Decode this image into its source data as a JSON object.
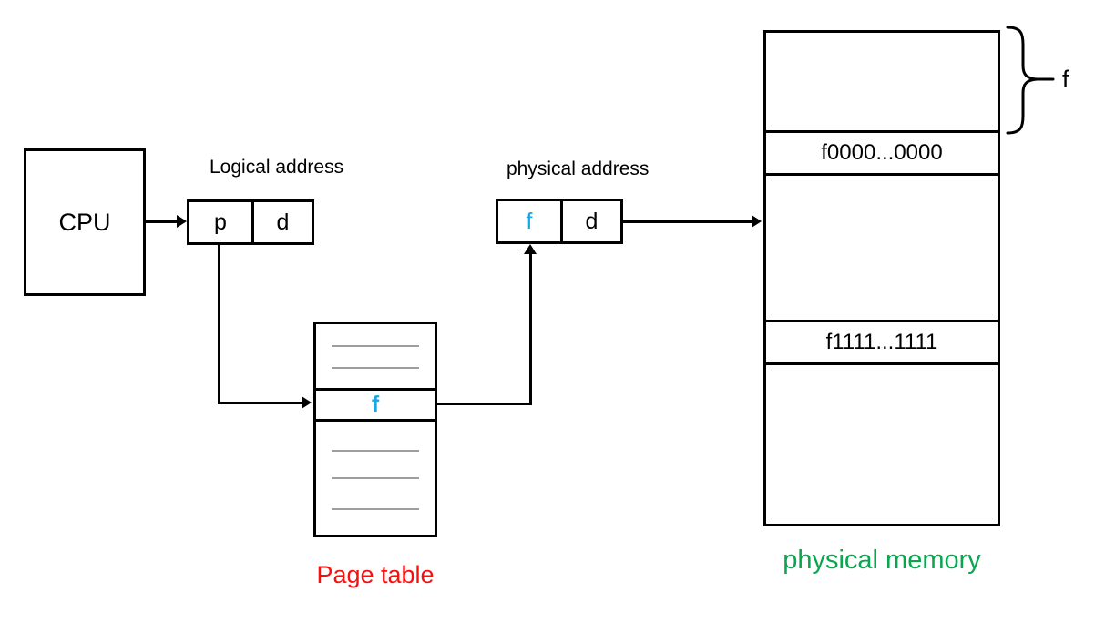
{
  "colors": {
    "accent_cyan": "#17a7e6",
    "page_table_red": "#fa0f0f",
    "memory_green": "#0aa64f",
    "entry_line_gray": "#9e9e9e"
  },
  "cpu": {
    "label": "CPU"
  },
  "logical_address": {
    "title": "Logical address",
    "page_part": "p",
    "offset_part": "d"
  },
  "physical_address": {
    "title": "physical address",
    "frame_part": "f",
    "offset_part": "d"
  },
  "page_table": {
    "caption": "Page table",
    "mapped_entry": "f"
  },
  "physical_memory": {
    "caption": "physical memory",
    "frame_brace_label": "f",
    "rows": [
      {
        "text": ""
      },
      {
        "text": "f0000...0000"
      },
      {
        "text": ""
      },
      {
        "text": "f1111...1111"
      },
      {
        "text": ""
      }
    ]
  }
}
